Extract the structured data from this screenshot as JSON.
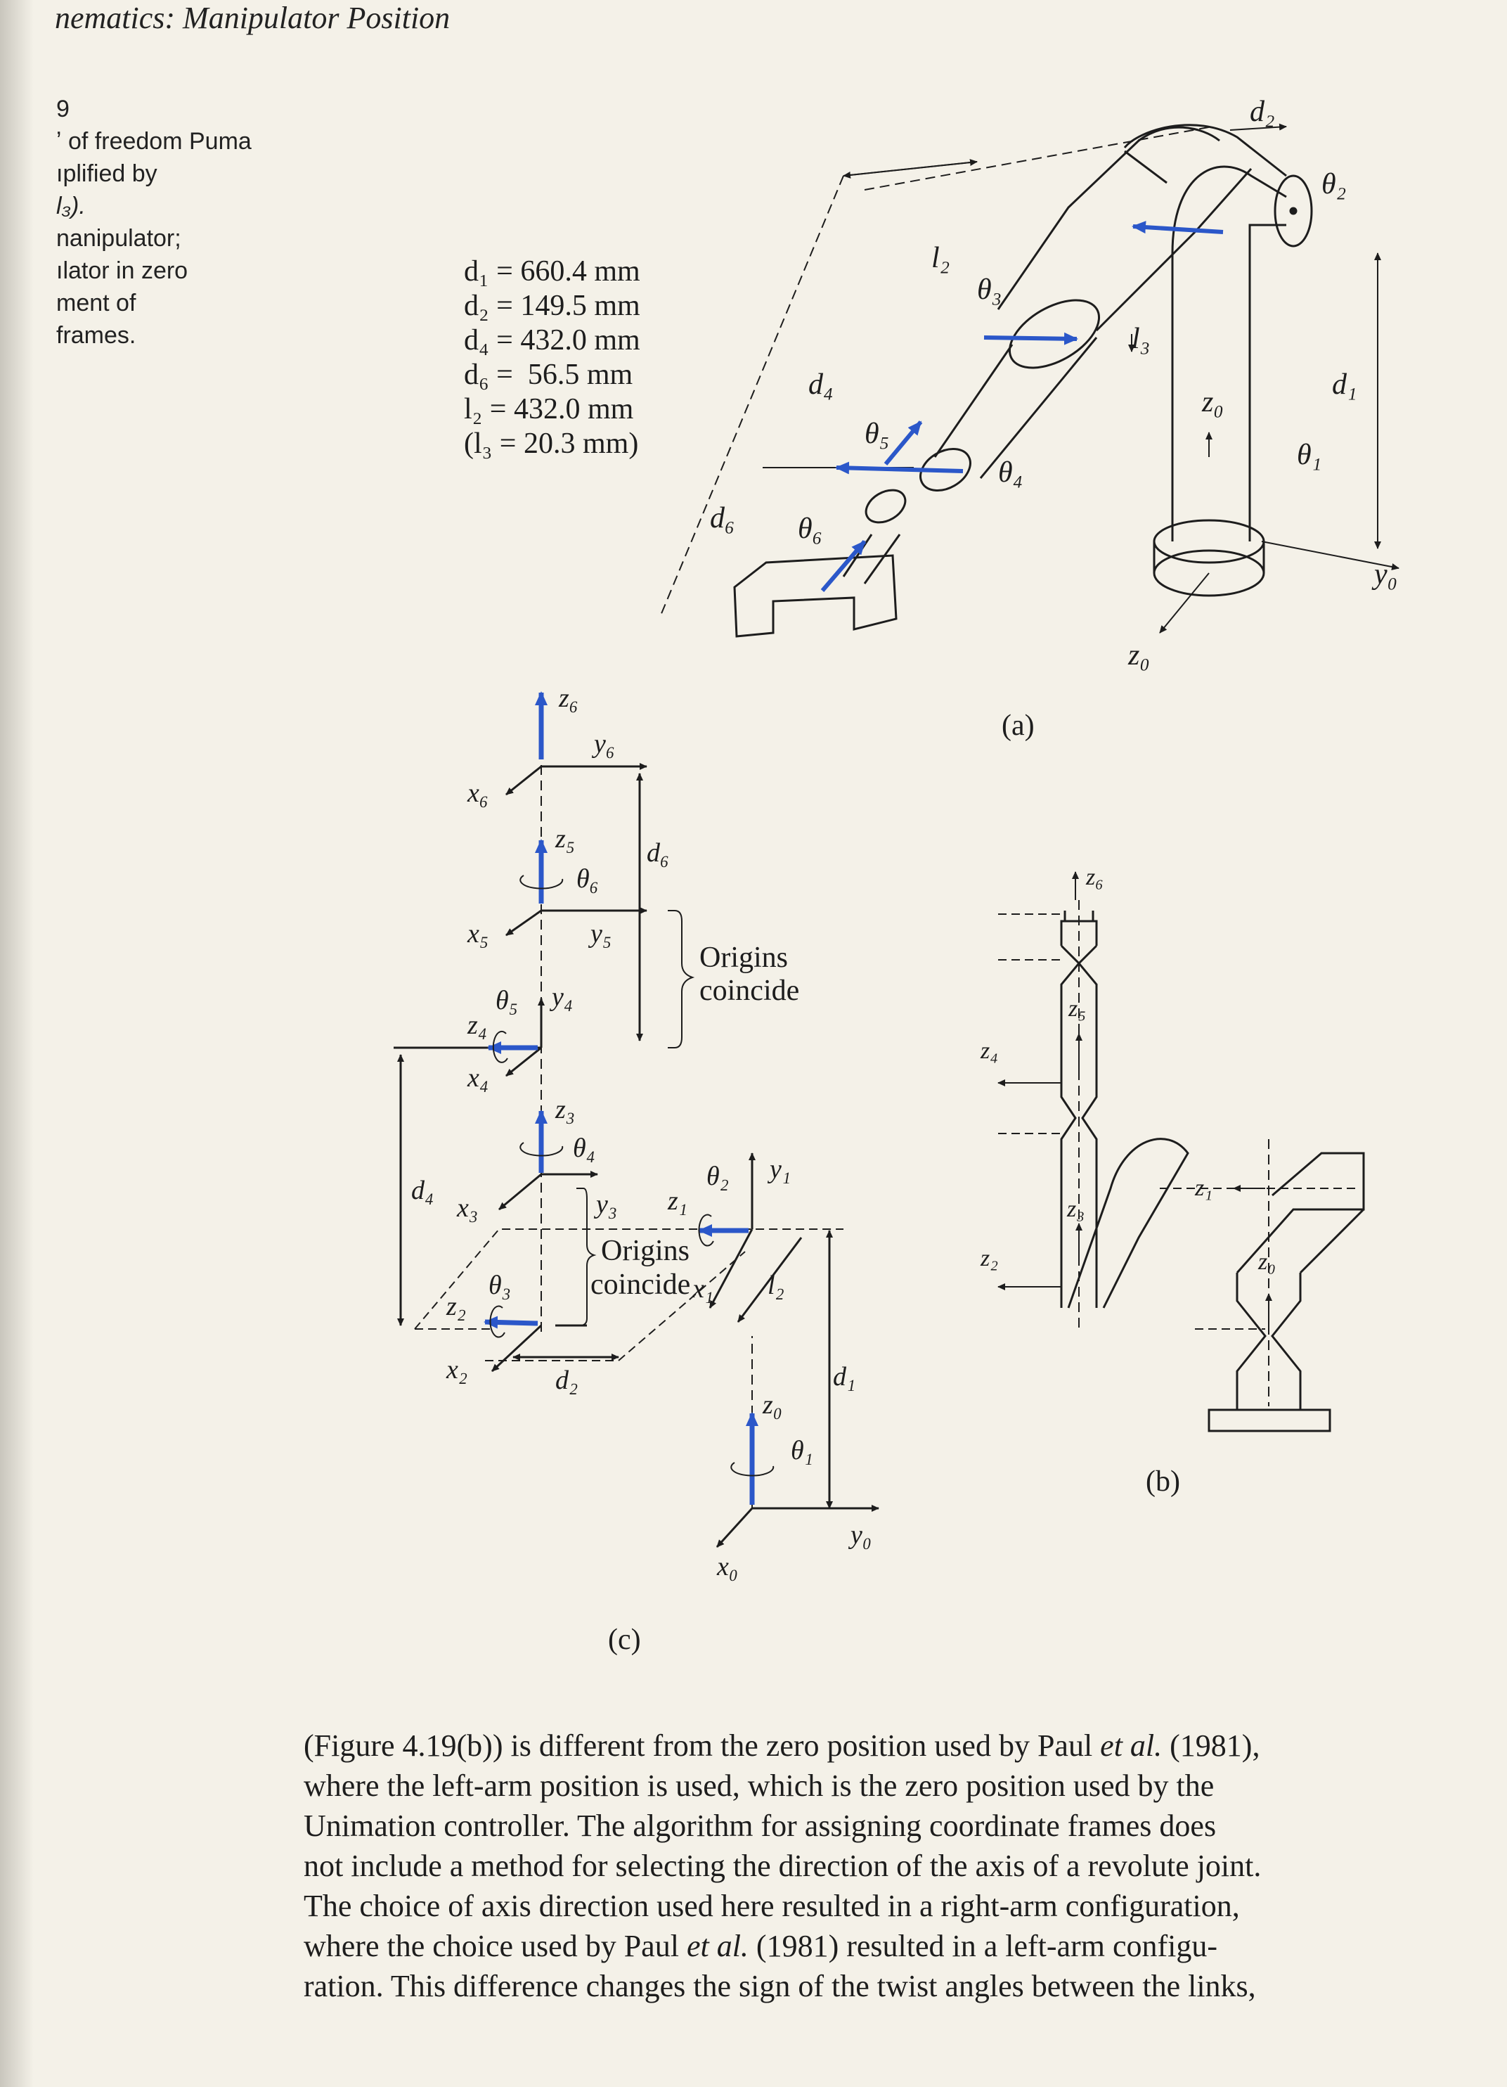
{
  "running_head": "nematics: Manipulator Position",
  "caption": {
    "lines": [
      "9",
      "ʼ of freedom Puma",
      "ıplified by",
      "l₃).",
      "nanipulator;",
      "ılator in zero",
      "",
      "ment of",
      "frames."
    ]
  },
  "parameters": [
    "d₁ = 660.4 mm",
    "d₂ = 149.5 mm",
    "d₄ = 432.0 mm",
    "d₆ =  56.5 mm",
    "l₂ = 432.0 mm",
    "(l₃ = 20.3 mm)"
  ],
  "figure": {
    "panel_a": {
      "label": "(a)",
      "labels": {
        "d2": "d₂",
        "theta2": "θ₂",
        "l2": "l₂",
        "theta3": "θ₃",
        "l3": "l₃",
        "d4": "d₄",
        "theta5": "θ₅",
        "theta4": "θ₄",
        "d6": "d₆",
        "theta6": "θ₆",
        "z0_top": "z₀",
        "d1": "d₁",
        "theta1": "θ₁",
        "y0": "y₀",
        "z0_bottom": "z₀"
      }
    },
    "panel_b": {
      "label": "(b)",
      "labels": {
        "z6": "z₆",
        "z5": "z₅",
        "z4": "z₄",
        "z3": "z₃",
        "z2": "z₂",
        "z1": "z₁",
        "z0": "z₀"
      }
    },
    "panel_c": {
      "label": "(c)",
      "labels": {
        "z6": "z₆",
        "y6": "y₆",
        "x6": "x₆",
        "z5": "z₅",
        "theta6": "θ₆",
        "d6": "d₆",
        "x5": "x₅",
        "y5": "y₅",
        "origins1a": "Origins",
        "origins1b": "coincide",
        "theta5": "θ₅",
        "y4": "y₄",
        "z4": "z₄",
        "x4": "x₄",
        "z3": "z₃",
        "theta4": "θ₄",
        "d4": "d₄",
        "x3": "x₃",
        "y3": "y₃",
        "z1": "z₁",
        "theta2": "θ₂",
        "y1": "y₁",
        "origins2a": "Origins",
        "origins2b": "coincide",
        "x1": "x₁",
        "theta3": "θ₃",
        "z2": "z₂",
        "l2": "l₂",
        "x2": "x₂",
        "d2": "d₂",
        "d1": "d₁",
        "z0": "z₀",
        "theta1": "θ₁",
        "y0": "y₀",
        "x0": "x₀"
      }
    }
  },
  "body": {
    "lines": [
      {
        "pre": "(Figure 4.19(b)) is different from the zero position used by Paul ",
        "it": "et al.",
        "post": " (1981),"
      },
      {
        "pre": "where the left-arm position is used, which is the zero position used by the",
        "it": "",
        "post": ""
      },
      {
        "pre": "Unimation controller. The algorithm for assigning coordinate frames does",
        "it": "",
        "post": ""
      },
      {
        "pre": "not include a method for selecting the direction of the axis of a revolute joint.",
        "it": "",
        "post": ""
      },
      {
        "pre": "The choice of axis direction used here resulted in a right-arm configuration,",
        "it": "",
        "post": ""
      },
      {
        "pre": "where the choice used by Paul ",
        "it": "et al.",
        "post": " (1981) resulted in a left-arm configu-"
      },
      {
        "pre": "ration. This difference changes the sign of the twist angles between the links,",
        "it": "",
        "post": ""
      }
    ]
  },
  "colors": {
    "ink": "#1d1d1d",
    "pen_blue": "#2b57c9",
    "paper": "#f4f1e8"
  }
}
